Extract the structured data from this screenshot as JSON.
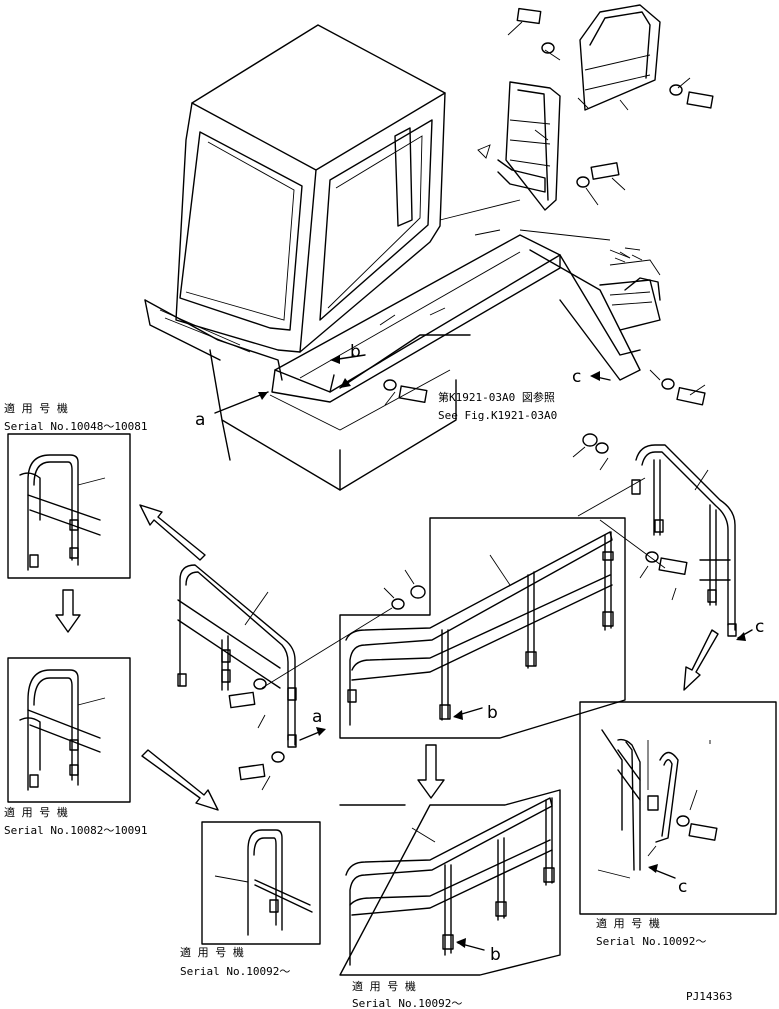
{
  "callouts": {
    "a_main": "a",
    "b_main": "b",
    "c_main": "c",
    "a_rail": "a",
    "b_rail": "b",
    "c_rail": "c",
    "b_lower": "b",
    "c_inset": "c"
  },
  "reference": {
    "jp": "第K1921-03A0 図参照",
    "en": "See Fig.K1921-03A0"
  },
  "serials": {
    "top_left_jp": "適 用 号 機",
    "top_left_no": "Serial No.10048～10081",
    "mid_left_jp": "適 用 号 機",
    "mid_left_no": "Serial No.10082～10091",
    "small_jp": "適 用 号 機",
    "small_no": "Serial No.10092～",
    "bottom_jp": "適 用 号 機",
    "bottom_no": "Serial No.10092～",
    "right_jp": "適 用 号 機",
    "right_no": "Serial No.10092～"
  },
  "drawing_id": "PJ14363"
}
